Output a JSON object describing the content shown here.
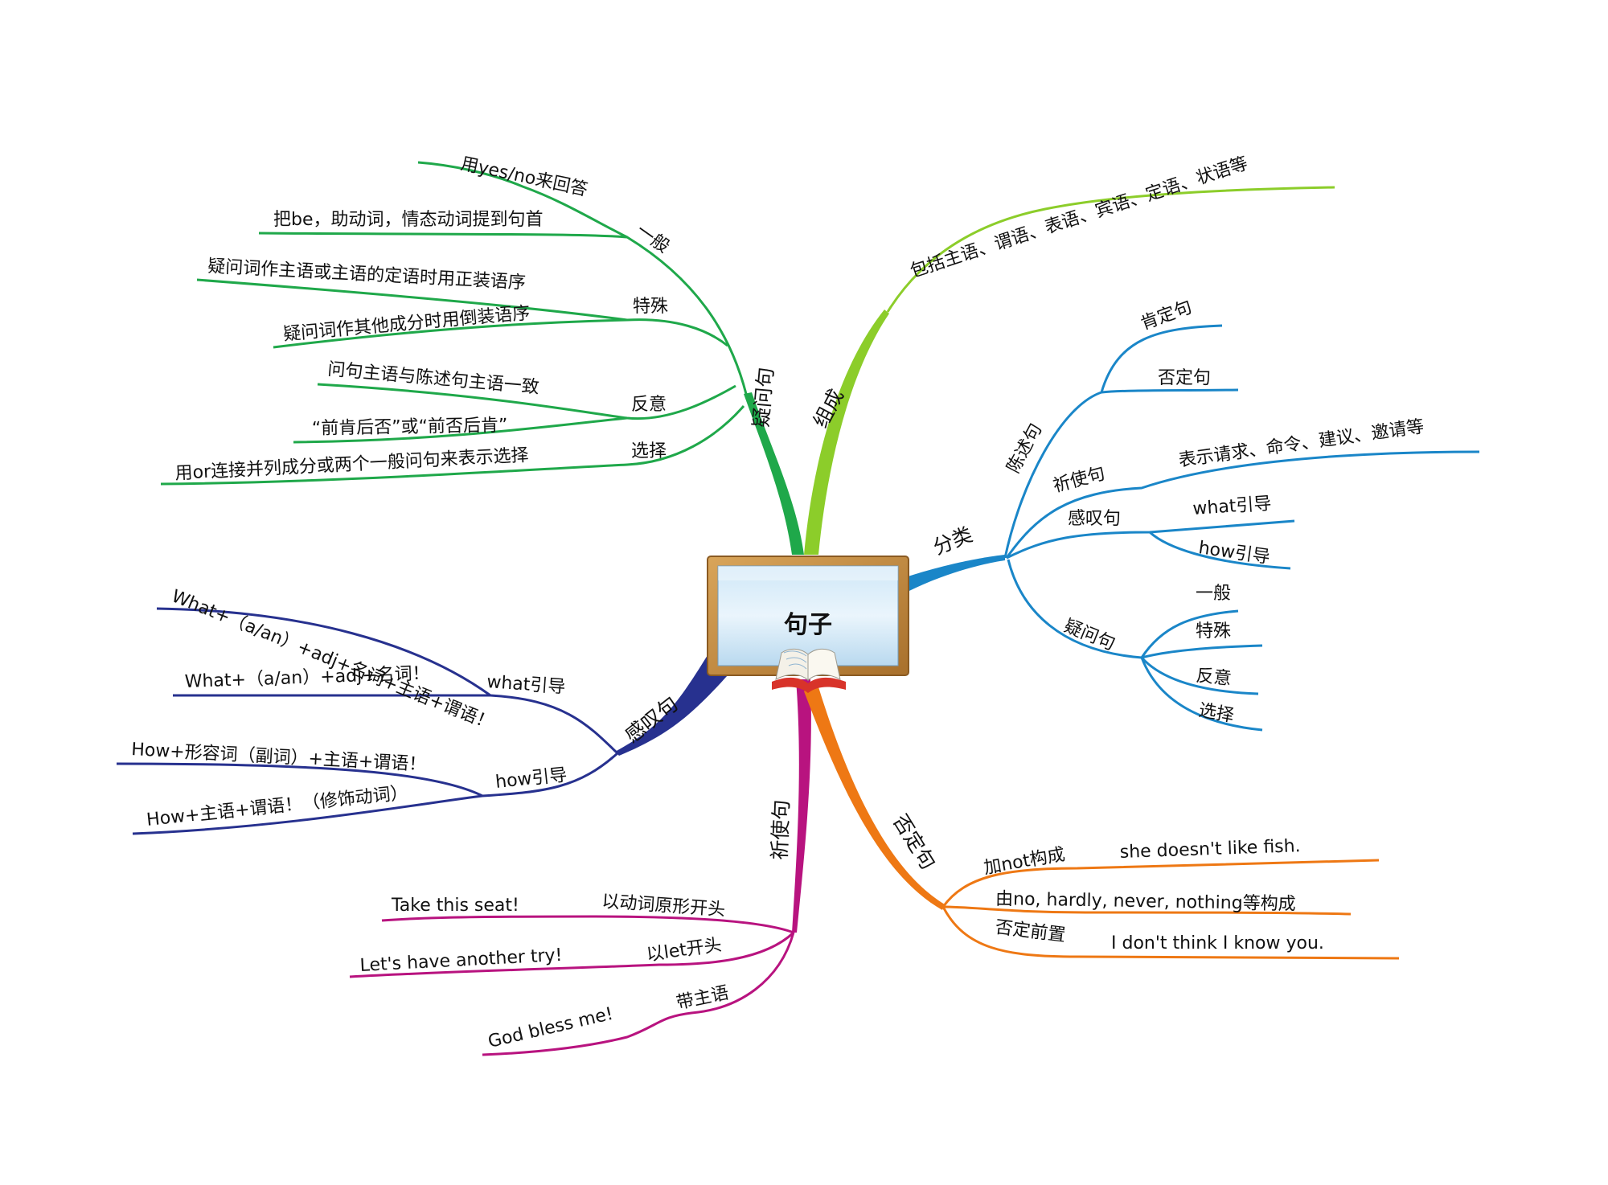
{
  "central": "句子",
  "colors": {
    "green": "#1fa84a",
    "lime": "#8ccd2a",
    "blue": "#1a86c8",
    "navy": "#27318f",
    "magenta": "#b8137f",
    "orange": "#ee7814"
  },
  "branches": {
    "zucheng": {
      "label": "组成",
      "sub": "包括主语、谓语、表语、宾语、定语、状语等"
    },
    "fenlei": {
      "label": "分类",
      "chenshu": {
        "label": "陈述句",
        "items": [
          "肯定句",
          "否定句"
        ]
      },
      "qishi": {
        "label": "祈使句",
        "item": "表示请求、命令、建议、邀请等"
      },
      "gantan": {
        "label": "感叹句",
        "items": [
          "what引导",
          "how引导"
        ]
      },
      "yiwen": {
        "label": "疑问句",
        "items": [
          "一般",
          "特殊",
          "反意",
          "选择"
        ]
      }
    },
    "yiwenju": {
      "label": "疑问句",
      "yiban": {
        "label": "一般",
        "items": [
          "用yes/no来回答",
          "把be，助动词，情态动词提到句首"
        ]
      },
      "teshu": {
        "label": "特殊",
        "items": [
          "疑问词作主语或主语的定语时用正装语序",
          "疑问词作其他成分时用倒装语序"
        ]
      },
      "fanyi": {
        "label": "反意",
        "items": [
          "问句主语与陈述句主语一致",
          "“前肯后否”或“前否后肯”"
        ]
      },
      "xuanze": {
        "label": "选择",
        "items": [
          "用or连接并列成分或两个一般问句来表示选择"
        ]
      }
    },
    "gantanju": {
      "label": "感叹句",
      "what": {
        "label": "what引导",
        "items": [
          "What+（a/an）+adj+名词+主语+谓语！",
          "What+（a/an）+adj+名词！"
        ]
      },
      "how": {
        "label": "how引导",
        "items": [
          "How+形容词（副词）+主语+谓语！",
          "How+主语+谓语！（修饰动词）"
        ]
      }
    },
    "qishiju": {
      "label": "祈使句",
      "items": [
        {
          "label": "以动词原形开头",
          "example": "Take this seat!"
        },
        {
          "label": "以let开头",
          "example": "Let's have another try!"
        },
        {
          "label": "带主语",
          "example": "God bless me!"
        }
      ]
    },
    "foudingju": {
      "label": "否定句",
      "items": [
        {
          "label": "加not构成",
          "example": "she doesn't like fish."
        },
        {
          "label": "由no, hardly, never, nothing等构成"
        },
        {
          "label": "否定前置",
          "example": "I don't think I know you."
        }
      ]
    }
  }
}
